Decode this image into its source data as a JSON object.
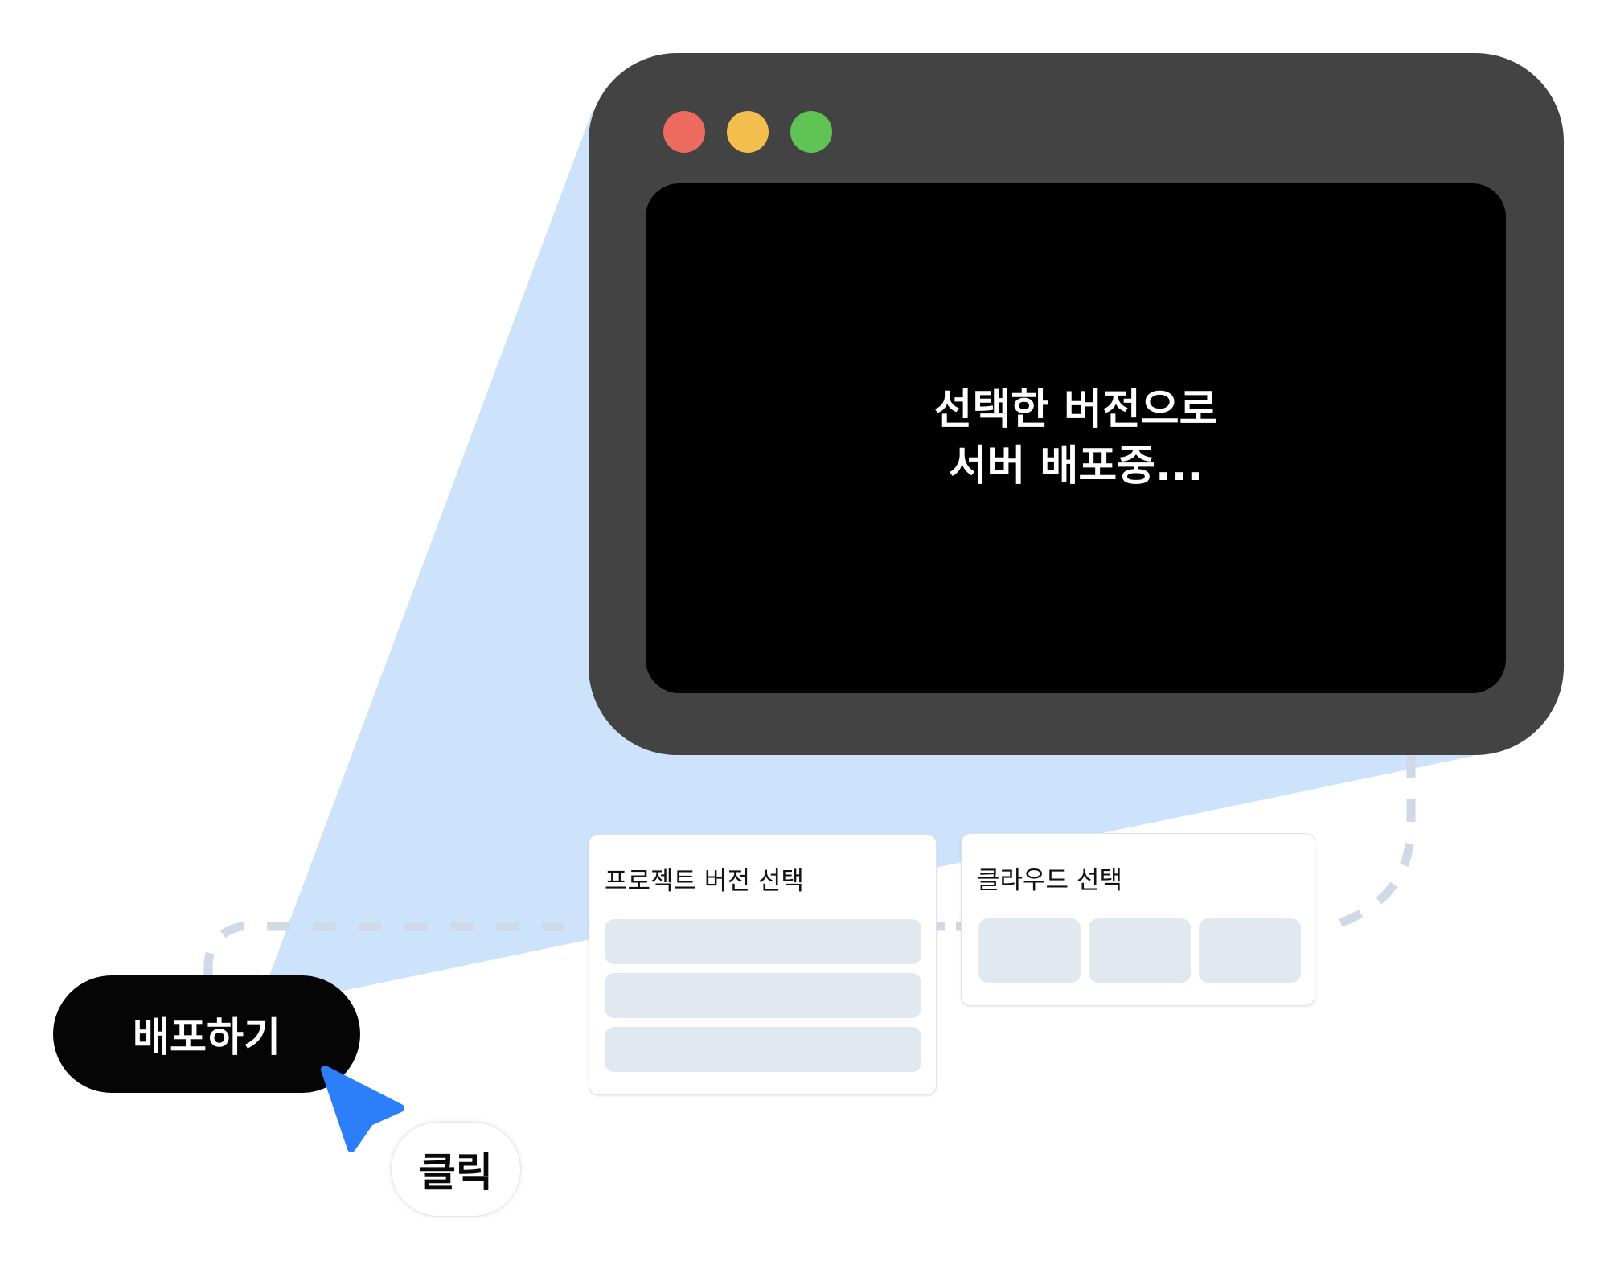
{
  "window": {
    "frame_color": "#434343",
    "screen_color": "#000000",
    "traffic_lights": [
      {
        "name": "close",
        "color": "#ec6a5e"
      },
      {
        "name": "minimize",
        "color": "#f4be4f"
      },
      {
        "name": "maximize",
        "color": "#5fc454"
      }
    ],
    "status_lines": [
      "선택한 버전으로",
      "서버 배포중..."
    ]
  },
  "cards": {
    "project_version": {
      "title": "프로젝트 버전 선택",
      "row_count": 3
    },
    "cloud": {
      "title": "클라우드 선택",
      "tile_count": 3
    }
  },
  "deploy_button": {
    "label": "배포하기"
  },
  "cursor": {
    "icon": "pointer-arrow-icon",
    "color": "#2d7ff9"
  },
  "click_label": "클릭",
  "colors": {
    "beam": "#cde3fb",
    "dashed_path": "#cfdae6",
    "placeholder": "#e1e8f0"
  }
}
